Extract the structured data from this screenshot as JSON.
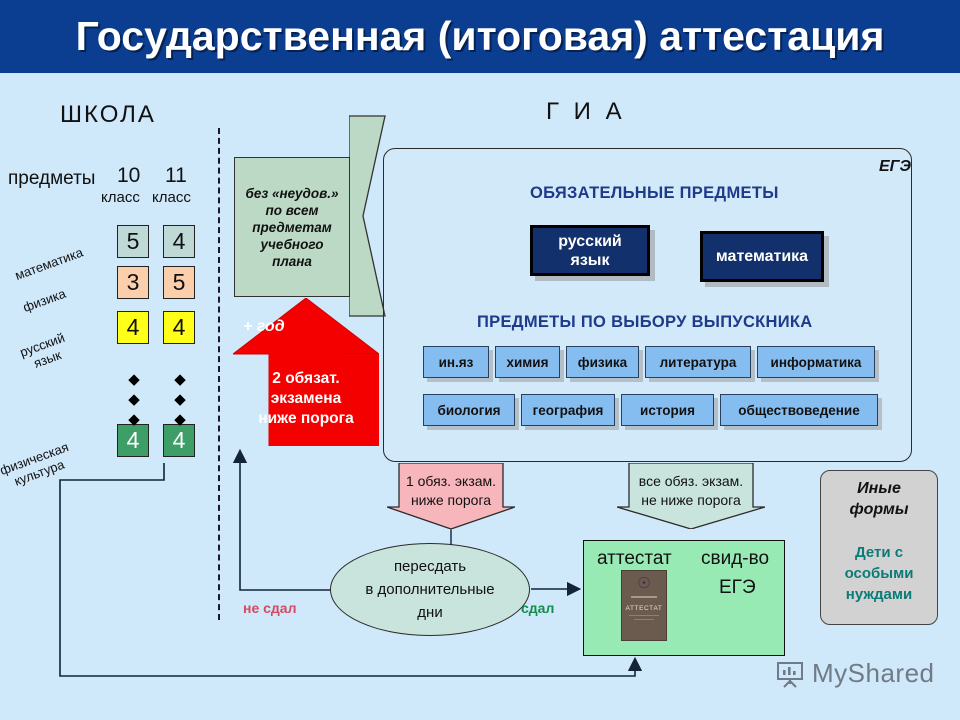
{
  "banner": {
    "title": "Государственная (итоговая) аттестация",
    "bg": "#0b3d91",
    "text_color": "#ffffff"
  },
  "sections": {
    "school_title": "ШКОЛА",
    "gia_title": "Г И А",
    "ege_label": "ЕГЭ"
  },
  "grades_table": {
    "header_subjects": "предметы",
    "col10": "10",
    "col10_sub": "класс",
    "col11": "11",
    "col11_sub": "класс",
    "rows": [
      {
        "subject": "математика",
        "grade10": "5",
        "grade11": "4",
        "color": "#bfd9d6"
      },
      {
        "subject": "физика",
        "grade10": "3",
        "grade11": "5",
        "color": "#fbcfab"
      },
      {
        "subject": "русский\nязык",
        "grade10": "4",
        "grade11": "4",
        "color": "#ffff19"
      },
      {
        "subject": "физическая\nкультура",
        "grade10": "4",
        "grade11": "4",
        "color": "#3d9e68"
      }
    ],
    "ellipsis_glyph": "◆"
  },
  "callout": {
    "text": "без «неудов.»\nпо всем\nпредметам\nучебного\nплана",
    "bg": "#bcd9c5"
  },
  "red_arrow": {
    "plus_label": "+ год",
    "text": "2 обязат.\nэкзамена\nниже порога",
    "color": "#f50000"
  },
  "ege_panel": {
    "required_heading": "ОБЯЗАТЕЛЬНЫЕ ПРЕДМЕТЫ",
    "required_subjects": [
      "русский\nязык",
      "математика"
    ],
    "elective_heading": "ПРЕДМЕТЫ ПО ВЫБОРУ ВЫПУСКНИКА",
    "elective_row1": [
      "ин.яз",
      "химия",
      "физика",
      "литература",
      "информатика"
    ],
    "elective_row2": [
      "биология",
      "география",
      "история",
      "обществоведение"
    ],
    "required_box_color": "#12306b",
    "elective_box_color": "#86bdf0",
    "heading_color": "#1e3a8a"
  },
  "flow": {
    "fail_one": {
      "text": "1 обяз. экзам.\nниже порога",
      "bg": "#f7b6bc"
    },
    "pass_all": {
      "text": "все обяз. экзам.\nне ниже порога",
      "bg": "#c9e4dc"
    },
    "retake": {
      "text": "пересдать\nв дополнительные\nдни"
    },
    "edge_not_passed": "не сдал",
    "edge_passed": "сдал",
    "edge_not_passed_color": "#d9485f",
    "edge_passed_color": "#0f8f4a"
  },
  "result": {
    "attestat": "аттестат",
    "svidvo": "свид-во",
    "ege": "ЕГЭ",
    "bg": "#97eab4",
    "certificate_caption": "АТТЕСТАТ"
  },
  "other_forms": {
    "title": "Иные\nформы",
    "subtitle": "Дети с\nособыми\nнуждами",
    "subtitle_color": "#0b7b77",
    "bg": "#d2d2d2"
  },
  "watermark": {
    "text": "MyShared",
    "color": "#6f7b87"
  }
}
